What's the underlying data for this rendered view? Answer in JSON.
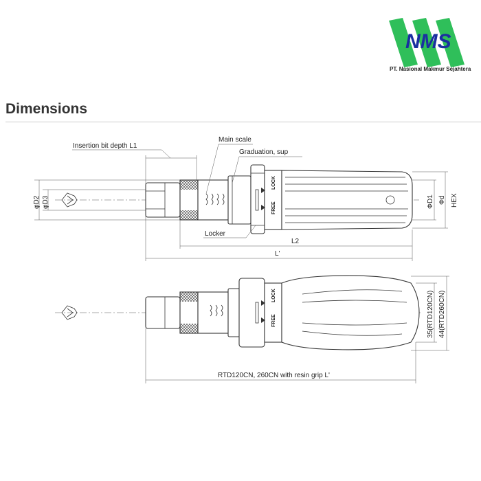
{
  "brand": {
    "logo_text": "NMS",
    "company_name": "PT. Nasional Makmur Sejahtera",
    "colors": {
      "green": "#2fbf5a",
      "blue": "#1a2fa0"
    }
  },
  "section_title": "Dimensions",
  "drawing_top": {
    "labels": {
      "insertion_depth": "Insertion bit depth L1",
      "main_scale": "Main scale",
      "graduation": "Graduation, sup",
      "locker": "Locker",
      "lock": "LOCK",
      "free": "FREE",
      "d2": "φD2",
      "d3": "φD3",
      "d1": "ΦD1",
      "d": "Φd",
      "hex": "HEX",
      "l2": "L2",
      "l_prime": "L'"
    }
  },
  "drawing_bottom": {
    "labels": {
      "lock": "LOCK",
      "free": "FREE",
      "dim_35": "35(RTD120CN)",
      "dim_44": "44(RTD260CN)",
      "length": "RTD120CN, 260CN with resin grip L'"
    }
  }
}
